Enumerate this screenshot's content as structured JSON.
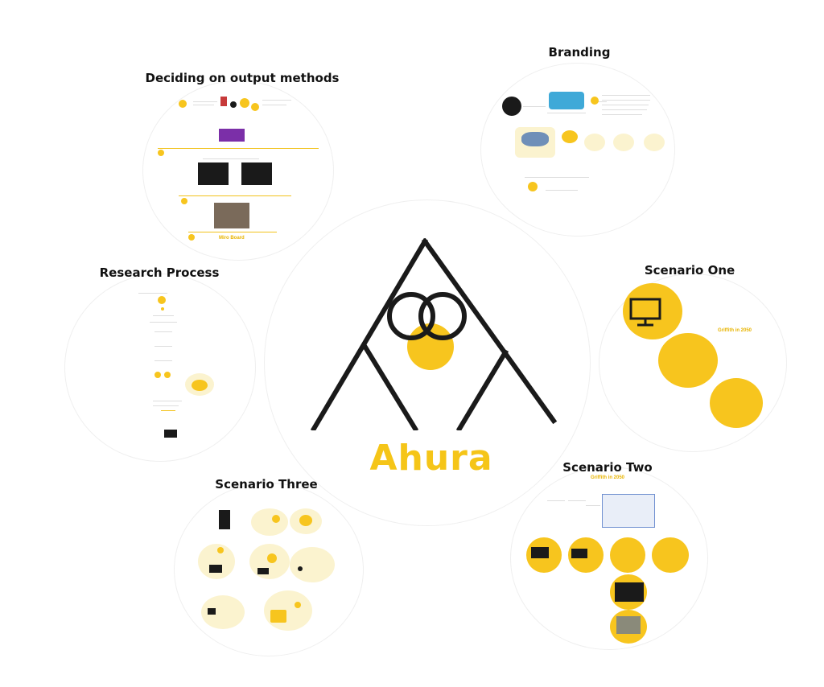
{
  "logo": {
    "name": "Ahura",
    "accent": "#f5c518",
    "stroke": "#1a1a1a"
  },
  "sections": [
    {
      "id": "output",
      "title": "Deciding on output methods",
      "label": "Miro Board"
    },
    {
      "id": "branding",
      "title": "Branding"
    },
    {
      "id": "research",
      "title": "Research Process"
    },
    {
      "id": "scenario-one",
      "title": "Scenario One",
      "label": "Griffith in 2050"
    },
    {
      "id": "scenario-two",
      "title": "Scenario Two",
      "label": "Griffith in 2050"
    },
    {
      "id": "scenario-three",
      "title": "Scenario Three"
    }
  ]
}
